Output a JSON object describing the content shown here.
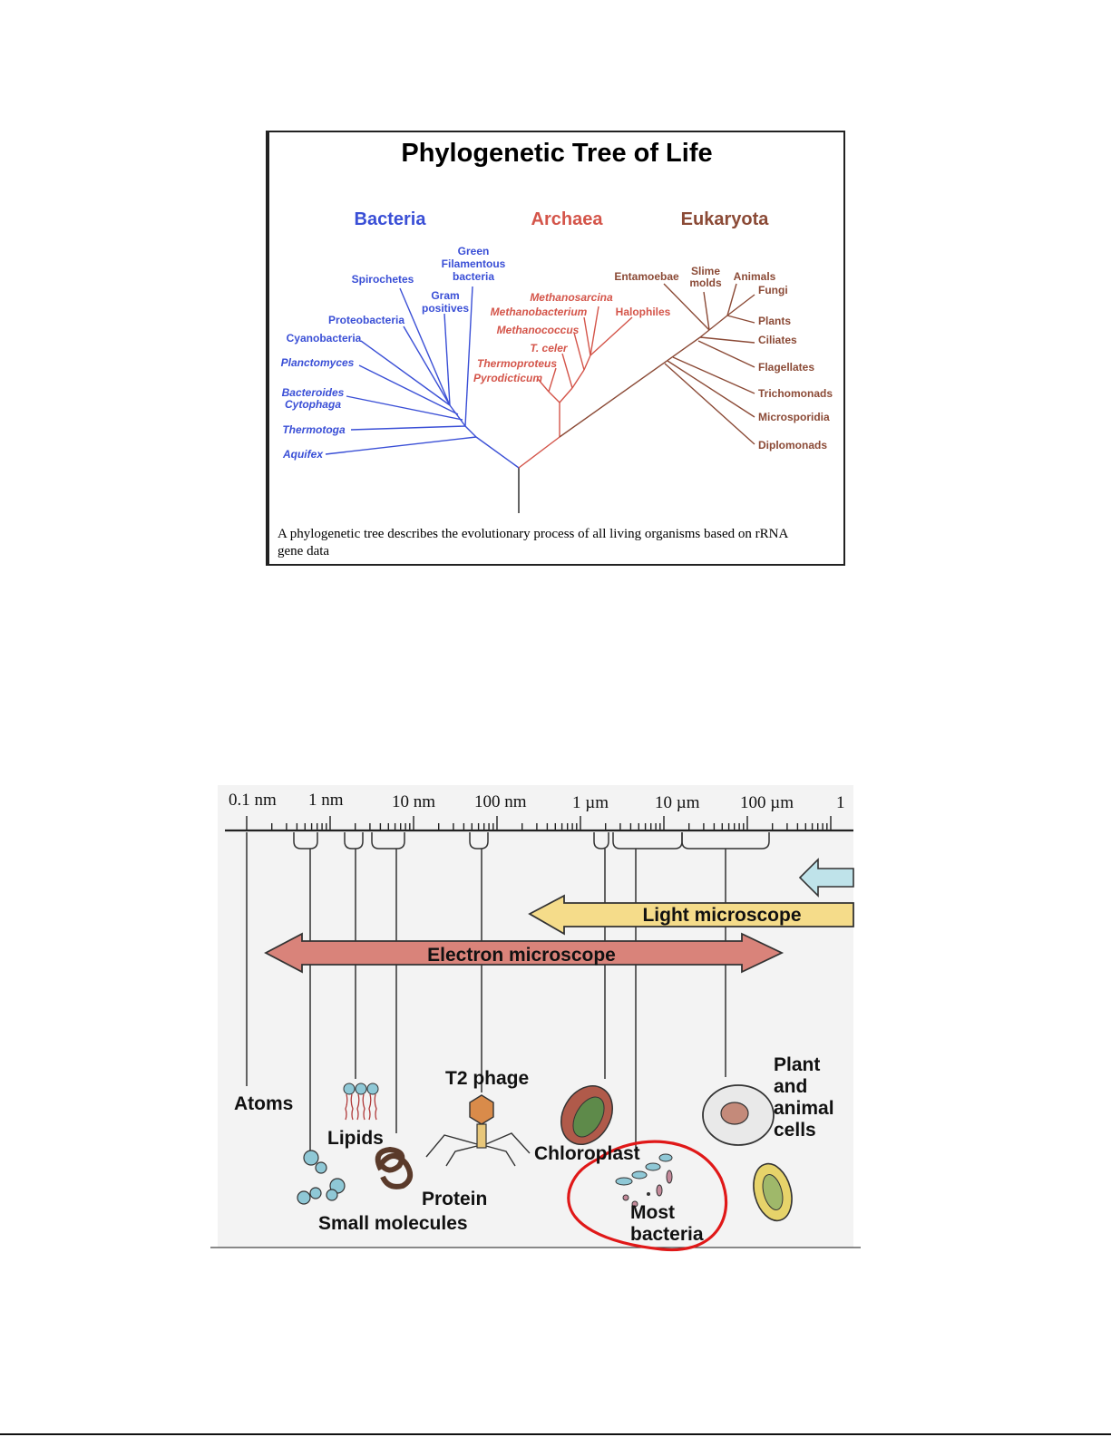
{
  "tree": {
    "title": "Phylogenetic Tree of Life",
    "caption_line1": "A phylogenetic tree describes the evolutionary process of all living organisms based on rRNA",
    "caption_line2": "gene data",
    "colors": {
      "bacteria": "#3a4fd6",
      "archaea": "#d4554a",
      "eukaryota": "#8b4a36"
    },
    "domains": {
      "bacteria": "Bacteria",
      "archaea": "Archaea",
      "eukaryota": "Eukaryota"
    },
    "bacteria": {
      "green1": "Green",
      "green2": "Filamentous",
      "green3": "bacteria",
      "spirochetes": "Spirochetes",
      "gram1": "Gram",
      "gram2": "positives",
      "proteobacteria": "Proteobacteria",
      "cyanobacteria": "Cyanobacteria",
      "planctomyces": "Planctomyces",
      "bacteroides1": "Bacteroides",
      "bacteroides2": "Cytophaga",
      "thermotoga": "Thermotoga",
      "aquifex": "Aquifex"
    },
    "archaea": {
      "methanosarcina": "Methanosarcina",
      "methanobacterium": "Methanobacterium",
      "halophiles": "Halophiles",
      "methanococcus": "Methanococcus",
      "tceler": "T. celer",
      "thermoproteus": "Thermoproteus",
      "pyrodicticum": "Pyrodicticum"
    },
    "eukaryota": {
      "entamoebae": "Entamoebae",
      "slime1": "Slime",
      "slime2": "molds",
      "animals": "Animals",
      "fungi": "Fungi",
      "plants": "Plants",
      "ciliates": "Ciliates",
      "flagellates": "Flagellates",
      "trichomonads": "Trichomonads",
      "microsporidia": "Microsporidia",
      "diplomonads": "Diplomonads"
    }
  },
  "scale": {
    "ticks": [
      "0.1 nm",
      "1 nm",
      "10 nm",
      "100 nm",
      "1 µm",
      "10 µm",
      "100 µm",
      "1"
    ],
    "light_microscope": "Light microscope",
    "electron_microscope": "Electron microscope",
    "labels": {
      "atoms": "Atoms",
      "lipids": "Lipids",
      "t2": "T2 phage",
      "chloroplast": "Chloroplast",
      "plant1": "Plant",
      "plant2": "and",
      "plant3": "animal",
      "plant4": "cells",
      "protein": "Protein",
      "small": "Small molecules",
      "most1": "Most",
      "most2": "bacteria"
    },
    "colors": {
      "light_arrow": "#f5dc8a",
      "electron_arrow": "#d9837a",
      "eye_arrow": "#bfe3ea",
      "highlight_circle": "#e01818",
      "molecule": "#8fc8d6"
    }
  }
}
